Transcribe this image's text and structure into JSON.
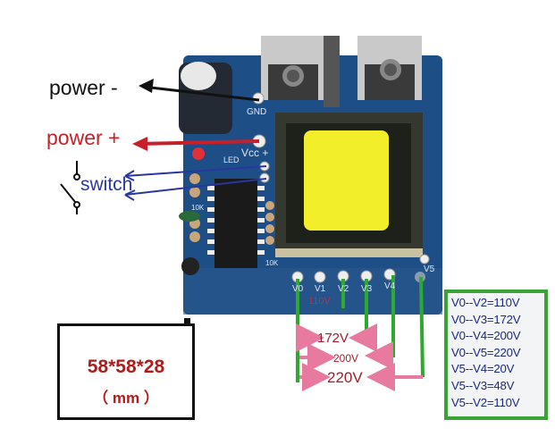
{
  "labels": {
    "power_minus": "power -",
    "power_plus": "power +",
    "switch": "switch"
  },
  "board_silkscreen": {
    "gnd": "GND",
    "vcc": "Vcc +",
    "led": "LED",
    "r1": "10K",
    "r2": "10K",
    "pins": [
      "V0",
      "V1",
      "V2",
      "V3",
      "V4",
      "V5"
    ],
    "v2_voltage": "110V"
  },
  "taps": [
    "172V",
    "200V",
    "220V"
  ],
  "dimensions": {
    "size": "58*58*28",
    "unit": "（ mm ）"
  },
  "spec_table": [
    "V0--V2=110V",
    "V0--V3=172V",
    "V0--V4=200V",
    "V0--V5=220V",
    "V5--V4=20V",
    "V5--V3=48V",
    "V5--V2=110V"
  ],
  "colors": {
    "board": "#1d4f86",
    "core": "#f2ee2a",
    "annotation_green": "#3aa336",
    "arrow_pink": "#e87aa0",
    "power_plus": "#c8202a",
    "switch": "#2a36a0"
  }
}
